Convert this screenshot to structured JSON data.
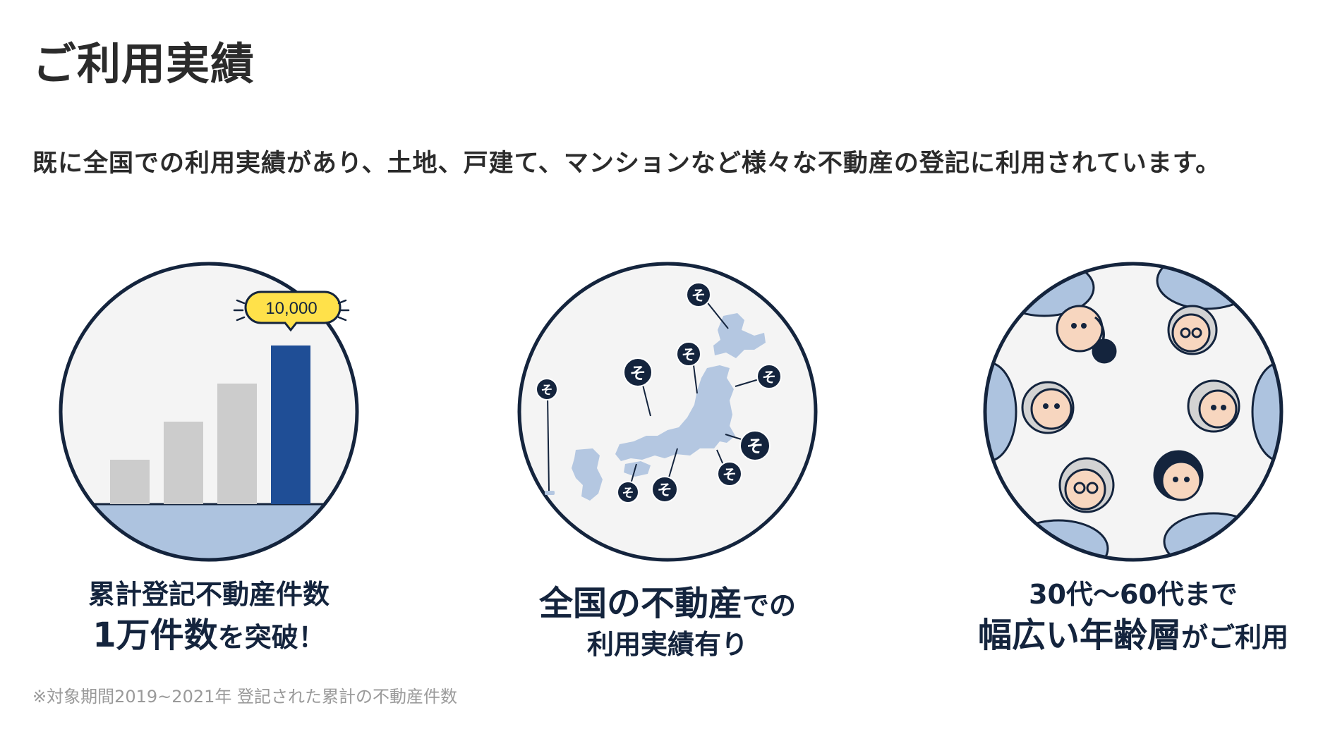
{
  "page_title": "ご利用実績",
  "lead": "既に全国での利用実績があり、土地、戸建て、マンションなど様々な不動産の登記に利用されています。",
  "stats": [
    {
      "badge_value": "10,000",
      "caption_line1": "累計登記不動産件数",
      "caption_line2_big": "1万件数",
      "caption_line2_small": "を突破！",
      "bar_values": [
        1,
        2,
        3,
        4
      ],
      "colors": {
        "highlight_bar": "#1f4e96",
        "gray_bar": "#cccccc",
        "ground": "#adc3df",
        "badge": "#ffe14a"
      }
    },
    {
      "caption_line1_big": "全国の不動産",
      "caption_line1_small": "での",
      "caption_line2": "利用実績有り",
      "marker_glyph": "そ",
      "colors": {
        "map": "#b4c7e1",
        "marker": "#14243d"
      }
    },
    {
      "caption_line1": "30代〜60代まで",
      "caption_line2_big": "幅広い年齢層",
      "caption_line2_small": "がご利用",
      "colors": {
        "shirt": "#adc3df",
        "skin": "#f7d6bf"
      }
    }
  ],
  "footnote": "※対象期間2019~2021年 登記された累計の不動産件数",
  "colors": {
    "circle_stroke": "#14243d",
    "circle_fill": "#f4f4f4",
    "caption": "#14243d"
  }
}
